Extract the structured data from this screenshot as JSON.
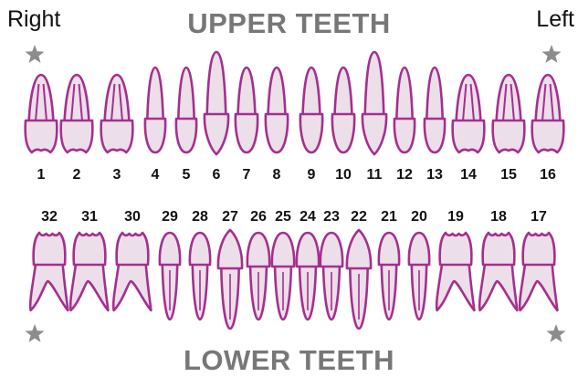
{
  "labels": {
    "patient_right": "Right",
    "patient_left": "Left",
    "upper_title": "UPPER TEETH",
    "lower_title": "LOWER TEETH"
  },
  "colors": {
    "outline": "#a4308e",
    "fill": "#ecdfe9",
    "title": "#777777",
    "star": "#8c8c8c",
    "number": "#111111"
  },
  "icons": {
    "marker": "star-icon"
  },
  "upper_teeth": [
    {
      "number": "1",
      "kind": "molar"
    },
    {
      "number": "2",
      "kind": "molar"
    },
    {
      "number": "3",
      "kind": "molar"
    },
    {
      "number": "4",
      "kind": "premolar"
    },
    {
      "number": "5",
      "kind": "premolar"
    },
    {
      "number": "6",
      "kind": "canine"
    },
    {
      "number": "7",
      "kind": "incisor"
    },
    {
      "number": "8",
      "kind": "incisor"
    },
    {
      "number": "9",
      "kind": "incisor"
    },
    {
      "number": "10",
      "kind": "incisor"
    },
    {
      "number": "11",
      "kind": "canine"
    },
    {
      "number": "12",
      "kind": "premolar"
    },
    {
      "number": "13",
      "kind": "premolar"
    },
    {
      "number": "14",
      "kind": "molar"
    },
    {
      "number": "15",
      "kind": "molar"
    },
    {
      "number": "16",
      "kind": "molar"
    }
  ],
  "lower_teeth": [
    {
      "number": "32",
      "kind": "molar"
    },
    {
      "number": "31",
      "kind": "molar"
    },
    {
      "number": "30",
      "kind": "molar"
    },
    {
      "number": "29",
      "kind": "premolar"
    },
    {
      "number": "28",
      "kind": "premolar"
    },
    {
      "number": "27",
      "kind": "canine"
    },
    {
      "number": "26",
      "kind": "incisor"
    },
    {
      "number": "25",
      "kind": "incisor"
    },
    {
      "number": "24",
      "kind": "incisor"
    },
    {
      "number": "23",
      "kind": "incisor"
    },
    {
      "number": "22",
      "kind": "canine"
    },
    {
      "number": "21",
      "kind": "premolar"
    },
    {
      "number": "20",
      "kind": "premolar"
    },
    {
      "number": "19",
      "kind": "molar"
    },
    {
      "number": "18",
      "kind": "molar"
    },
    {
      "number": "17",
      "kind": "molar"
    }
  ]
}
